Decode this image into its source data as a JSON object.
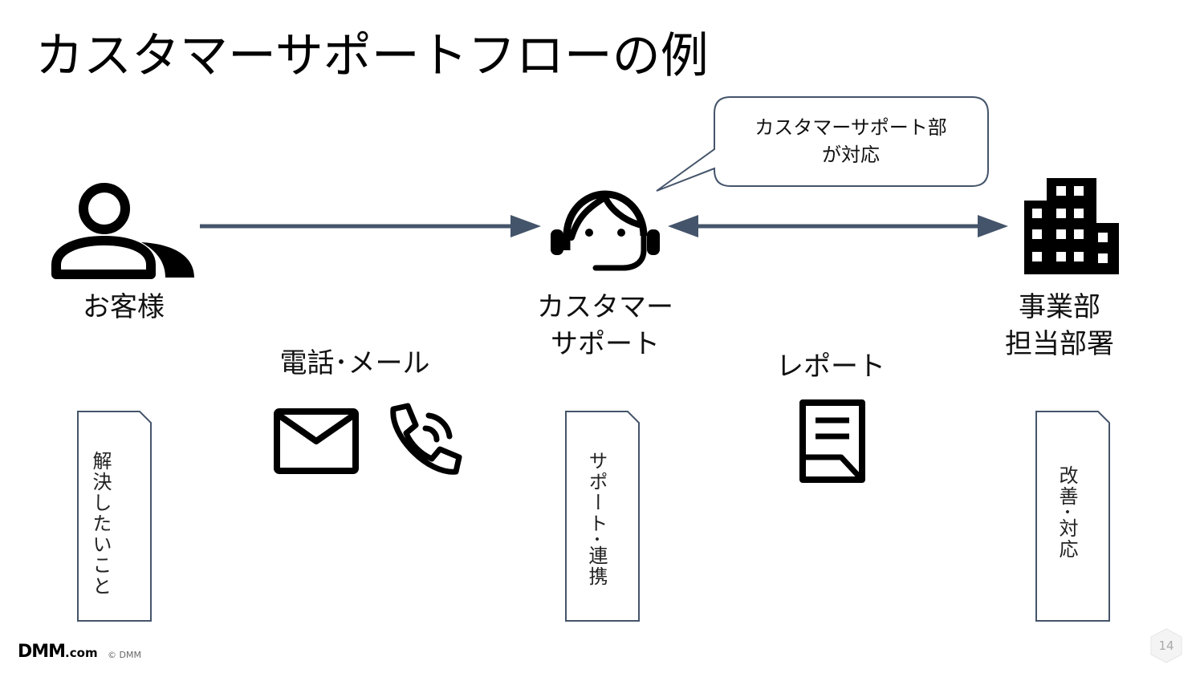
{
  "title": "カスタマーサポートフローの例",
  "nodes": {
    "customer": {
      "label": "お客様",
      "icon": "users-icon"
    },
    "support": {
      "label_line1": "カスタマー",
      "label_line2": "サポート",
      "icon": "headset-agent-icon"
    },
    "department": {
      "label_line1": "事業部",
      "label_line2": "担当部署",
      "icon": "office-building-icon"
    }
  },
  "edges": {
    "contact": {
      "label": "電話･メール",
      "icons": [
        "mail-icon",
        "phone-icon"
      ]
    },
    "report": {
      "label": "レポート",
      "icon": "document-icon"
    }
  },
  "callout": {
    "line1": "カスタマーサポート部",
    "line2": "が対応"
  },
  "notes": {
    "customer": "解決したいこと",
    "support": "サポート･連携",
    "department": "改善･対応"
  },
  "footer": {
    "logo_main": "DMM",
    "logo_suffix": ".com",
    "copyright": "© DMM",
    "page_number": "14"
  },
  "colors": {
    "arrow": "#44546a",
    "icon": "#000000",
    "note_border": "#44546a",
    "bubble_border": "#44546a"
  }
}
